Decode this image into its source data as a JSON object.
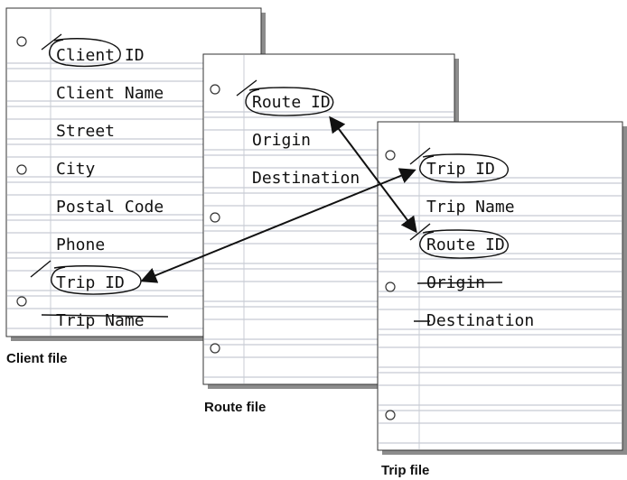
{
  "files": [
    {
      "caption": "Client file",
      "fields": [
        "Client ID",
        "Client Name",
        "Street",
        "City",
        "Postal Code",
        "Phone",
        "Trip ID",
        "Trip Name"
      ]
    },
    {
      "caption": "Route file",
      "fields": [
        "Route ID",
        "Origin",
        "Destination"
      ]
    },
    {
      "caption": "Trip file",
      "fields": [
        "Trip ID",
        "Trip Name",
        "Route ID",
        "Origin",
        "Destination"
      ]
    }
  ],
  "colors": {
    "rule_line": "#b8bec8",
    "margin_line": "#c8ccd4",
    "shadow": "#8c8c8c",
    "ink": "#111111"
  }
}
